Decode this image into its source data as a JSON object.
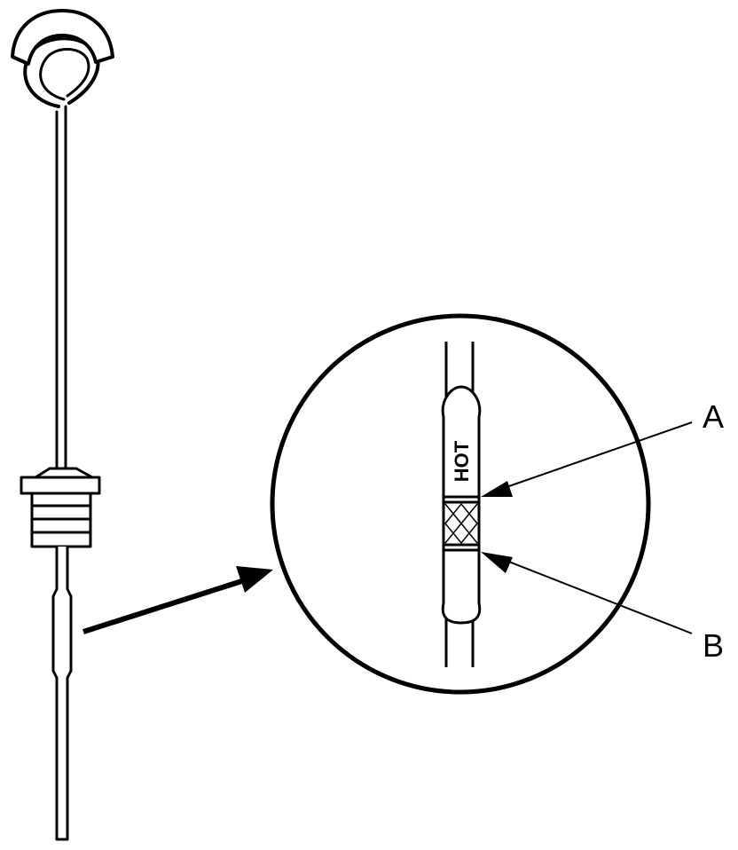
{
  "labels": {
    "a": "A",
    "b": "B",
    "hot": "HOT"
  },
  "colors": {
    "line": "#000000",
    "background": "#ffffff"
  },
  "icons": {
    "dipstick": "dipstick-icon",
    "magnifier": "magnified-detail-circle"
  }
}
